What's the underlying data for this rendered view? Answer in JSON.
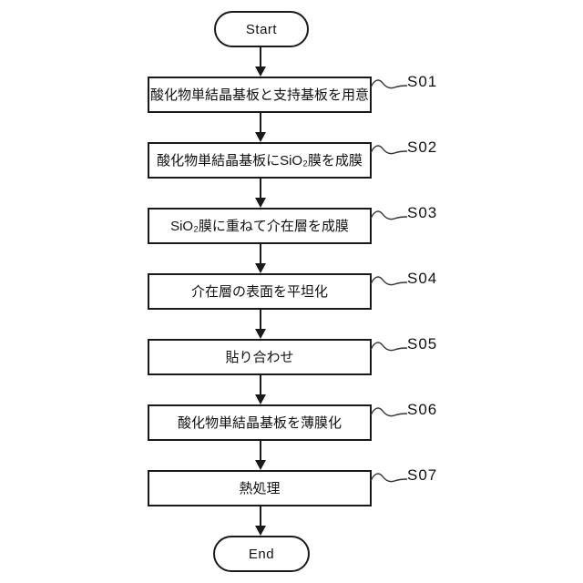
{
  "figure": {
    "type": "flowchart",
    "start_label": "Start",
    "end_label": "End",
    "steps": [
      {
        "id": "S01",
        "text": "酸化物単結晶基板と支持基板を用意"
      },
      {
        "id": "S02",
        "text": "酸化物単結晶基板にSiO₂膜を成膜"
      },
      {
        "id": "S03",
        "text": "SiO₂膜に重ねて介在層を成膜"
      },
      {
        "id": "S04",
        "text": "介在層の表面を平坦化"
      },
      {
        "id": "S05",
        "text": "貼り合わせ"
      },
      {
        "id": "S06",
        "text": "酸化物単結晶基板を薄膜化"
      },
      {
        "id": "S07",
        "text": "熱処理"
      }
    ],
    "colors": {
      "ink": "#1a1a1a",
      "background": "#ffffff"
    }
  }
}
